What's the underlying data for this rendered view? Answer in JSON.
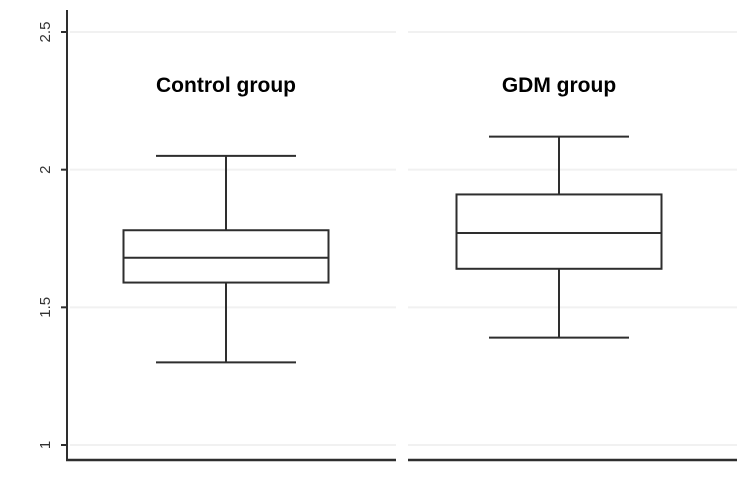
{
  "figure": {
    "background": "#ffffff"
  },
  "colors": {
    "line": "#2e2e2e",
    "axis": "#2e2e2e",
    "grid": "#f1f1f1",
    "box_fill": "#ffffff",
    "title_text": "#000000",
    "tick_text": "#333333"
  },
  "chart_data": {
    "type": "boxplot",
    "title": "",
    "orientation": "vertical",
    "groups": [
      {
        "name": "Control group",
        "whisker_low": 1.3,
        "q1": 1.59,
        "median": 1.68,
        "q3": 1.78,
        "whisker_high": 2.05
      },
      {
        "name": "GDM group",
        "whisker_low": 1.39,
        "q1": 1.64,
        "median": 1.77,
        "q3": 1.91,
        "whisker_high": 2.12
      }
    ],
    "yticks": [
      1,
      1.5,
      2,
      2.5
    ],
    "ytick_labels": [
      "1",
      "1.5",
      "2",
      "2.5"
    ],
    "ylim": [
      0.95,
      2.58
    ],
    "ylabel": "",
    "xlabel": "",
    "grid": true,
    "legend": "none"
  }
}
